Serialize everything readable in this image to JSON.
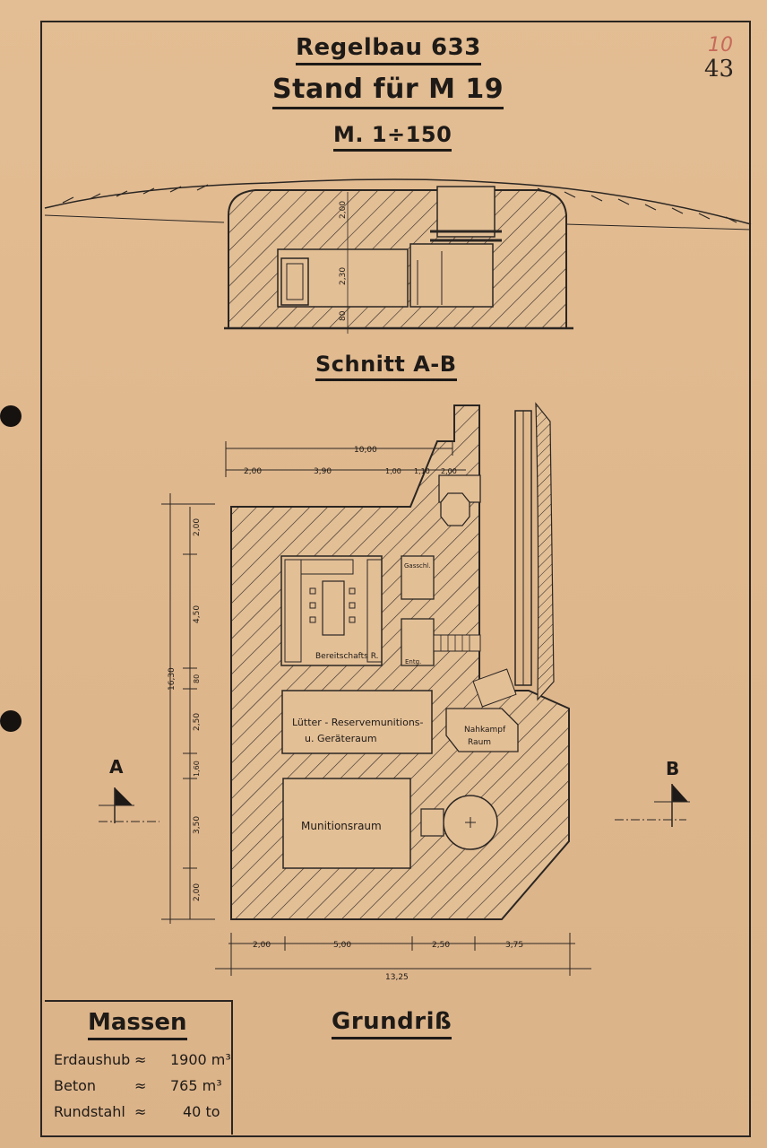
{
  "page_number": "43",
  "red_mark": "10",
  "title": {
    "line1": "Regelbau 633",
    "line2": "Stand für M 19",
    "line3": "M. 1÷150"
  },
  "section": {
    "label": "Schnitt A-B",
    "dims": [
      "2,00",
      "2,30",
      "80"
    ]
  },
  "plan": {
    "label": "Grundriß",
    "top_dims": [
      "10,00",
      "2,00",
      "3,90",
      "1,00",
      "1,10",
      "2,00"
    ],
    "left_dims": [
      "16,30",
      "2,00",
      "4,50",
      "80",
      "2,50",
      "1,60",
      "3,50",
      "2,00"
    ],
    "bottom_dims": [
      "2,00",
      "5,00",
      "2,50",
      "3,75",
      "13,25"
    ],
    "rooms": {
      "bereitschaft": "Bereitschafts R.",
      "gasschl": "Gasschl.",
      "entg": "Entg.",
      "luefter_1": "Lütter - Reservemunitions-",
      "luefter_2": "u. Geräteraum",
      "nahkampf_1": "Nahkampf",
      "nahkampf_2": "Raum",
      "munition": "Munitionsraum"
    },
    "marker_a": "A",
    "marker_b": "B"
  },
  "massen": {
    "title": "Massen",
    "rows": [
      {
        "label": "Erdaushub",
        "sym": "≈",
        "value": "1900 m³"
      },
      {
        "label": "Beton",
        "sym": "≈",
        "value": "765 m³"
      },
      {
        "label": "Rundstahl",
        "sym": "≈",
        "value": "40 to"
      }
    ]
  },
  "colors": {
    "paper": "#e0b98f",
    "ink": "#1e1a17",
    "red_pencil": "#c76a5a"
  }
}
